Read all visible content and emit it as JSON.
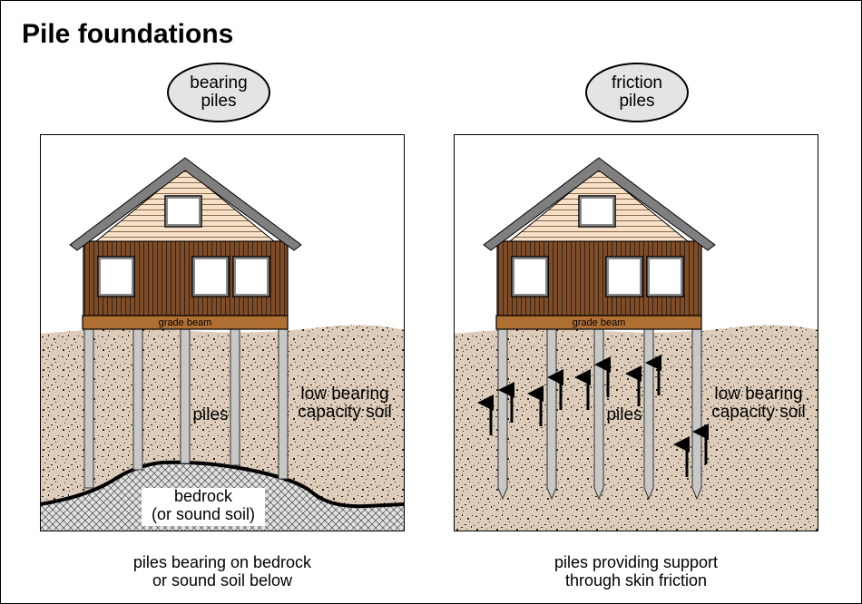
{
  "title": "Pile foundations",
  "panels": [
    {
      "badge": [
        "bearing",
        "piles"
      ],
      "grade_beam_label": "grade beam",
      "piles_label": "piles",
      "soil_label": [
        "low bearing",
        "capacity soil"
      ],
      "bedrock_label": [
        "bedrock",
        "(or sound soil)"
      ],
      "caption": [
        "piles bearing on bedrock",
        "or sound soil below"
      ]
    },
    {
      "badge": [
        "friction",
        "piles"
      ],
      "grade_beam_label": "grade beam",
      "piles_label": "piles",
      "soil_label": [
        "low bearing",
        "capacity soil"
      ],
      "caption": [
        "piles providing support",
        "through skin friction"
      ]
    }
  ],
  "colors": {
    "soil": "#dcccb9",
    "bedrock": "#e0e0e0",
    "house_wall": "#7d4c29",
    "grade_beam": "#b06f33",
    "roof": "#7f7f7f",
    "gable": "#f6e0c8",
    "window": "#ffffff",
    "pile": "#c8c8c8"
  }
}
